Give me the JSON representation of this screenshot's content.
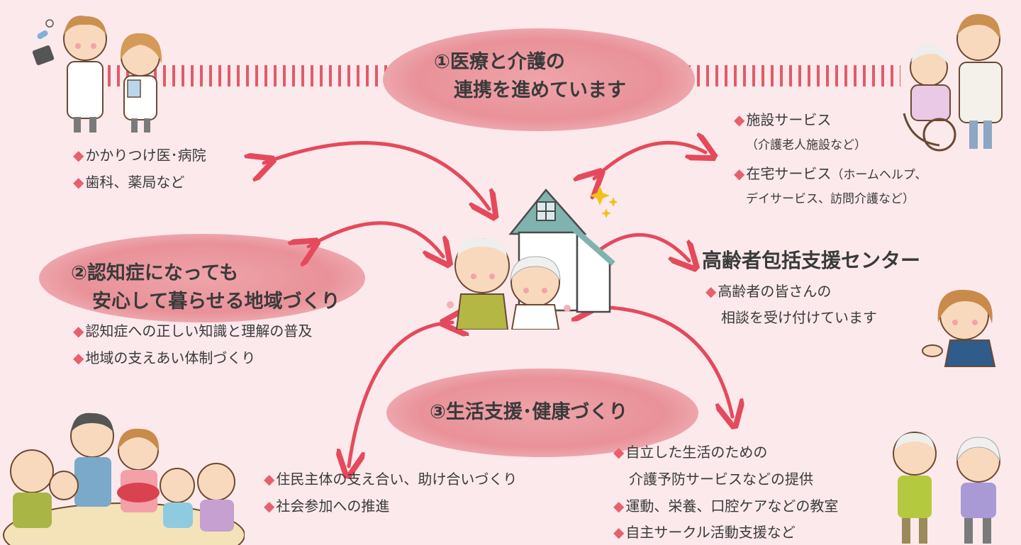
{
  "section1": {
    "title_line1": "①医療と介護の",
    "title_line2": "連携を進めています"
  },
  "doctors": {
    "item1": "かかりつけ医･病院",
    "item2": "歯科、薬局など"
  },
  "facility": {
    "item1": "施設サービス",
    "item1_sub": "（介護老人施設など）",
    "item2": "在宅サービス",
    "item2_sub": "（ホームヘルプ、",
    "item2_line2": "デイサービス、訪問介護など）"
  },
  "center": {
    "title": "高齢者包括支援センター",
    "item1": "高齢者の皆さんの",
    "item1_line2": "相談を受け付けています"
  },
  "section2": {
    "title_line1": "②認知症になっても",
    "title_line2": "安心して暮らせる地域づくり",
    "item1": "認知症への正しい知識と理解の普及",
    "item2": "地域の支えあい体制づくり"
  },
  "section3": {
    "title": "③生活支援･健康づくり",
    "left_item1": "住民主体の支え合い、助け合いづくり",
    "left_item2": "社会参加への推進",
    "right_item1": "自立した生活のための",
    "right_item1_line2": "介護予防サービスなどの提供",
    "right_item2": "運動、栄養、口腔ケアなどの教室",
    "right_item3": "自主サークル活動支援など"
  },
  "bullet_char": "◆",
  "colors": {
    "background": "#fbe9ec",
    "accent": "#e35a68",
    "blob": "#ea9aa1"
  }
}
